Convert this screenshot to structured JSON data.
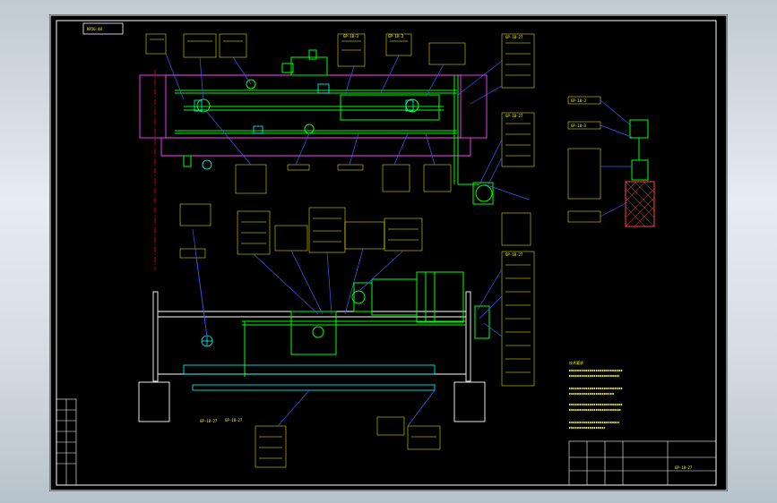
{
  "drawing": {
    "frame_tag": "KR16-48",
    "drawing_no": "GP-18-27",
    "callout_code": "GP-18-3",
    "title_block_code": "GP-18-27",
    "notes_heading": "技术要求"
  },
  "colors": {
    "background": "#000000",
    "frame": "#ffffff",
    "annotation": "#ffff00",
    "piping": "#00ff00",
    "leader": "#3b5bff",
    "structure": "#ff44ff",
    "accent": "#ff0000",
    "cyan": "#00ffff"
  }
}
